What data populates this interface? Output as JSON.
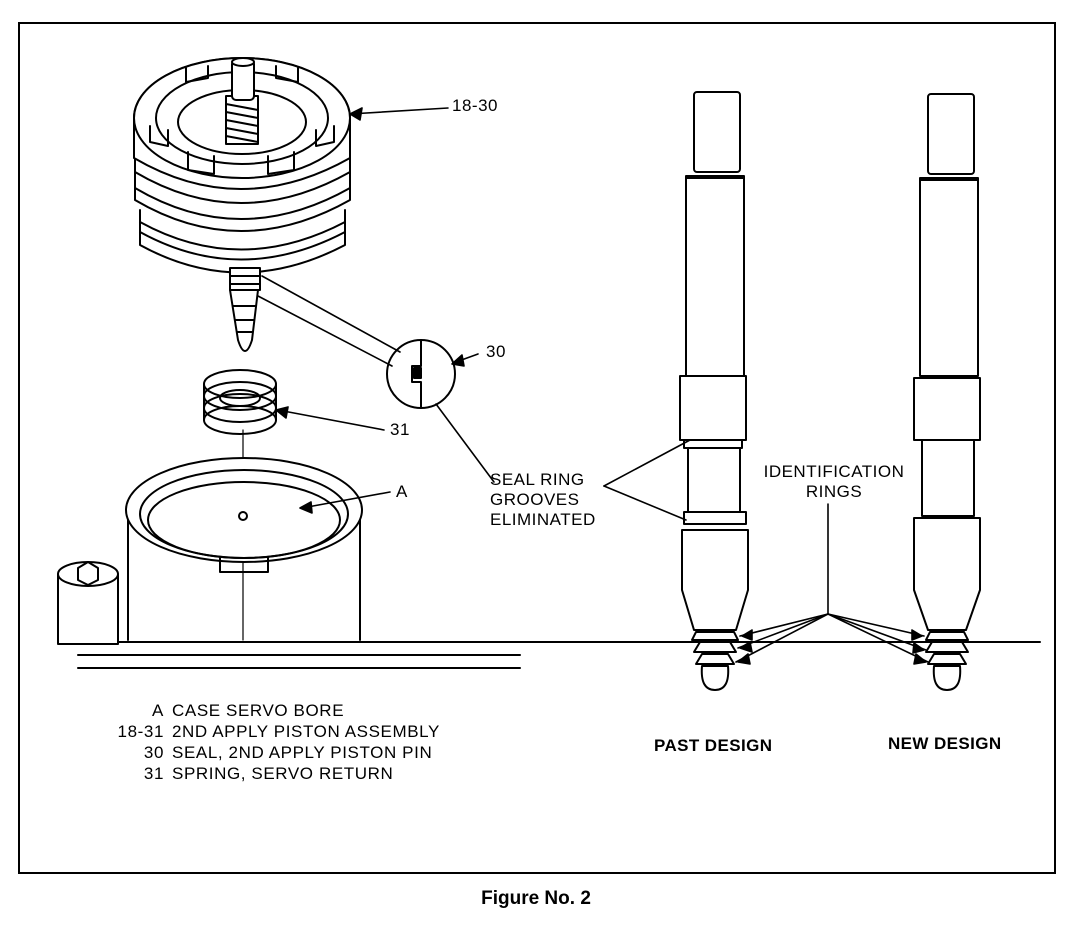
{
  "callouts": {
    "c1830": "18-30",
    "c30": "30",
    "c31": "31",
    "cA": "A",
    "seal_ring_lines": [
      "SEAL RING",
      "GROOVES",
      "ELIMINATED"
    ],
    "identification_lines": [
      "IDENTIFICATION",
      "RINGS"
    ]
  },
  "legend": [
    {
      "code": "A",
      "text": "CASE SERVO BORE"
    },
    {
      "code": "18-31",
      "text": "2ND APPLY PISTON ASSEMBLY"
    },
    {
      "code": "30",
      "text": "SEAL, 2ND APPLY PISTON PIN"
    },
    {
      "code": "31",
      "text": "SPRING, SERVO RETURN"
    }
  ],
  "designs": {
    "past": "PAST DESIGN",
    "new": "NEW DESIGN"
  },
  "caption": "Figure No. 2"
}
